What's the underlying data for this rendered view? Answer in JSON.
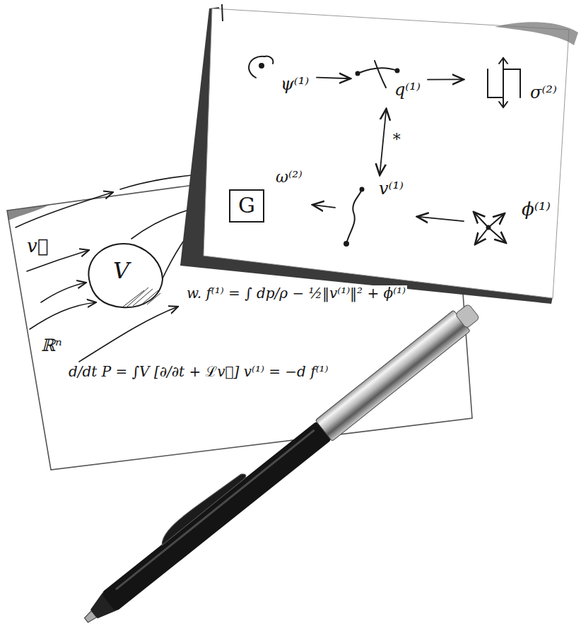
{
  "diagram": {
    "nodes": [
      {
        "text": [
          "ψ⁽¹⁾"
        ]
      },
      {
        "text": [
          "q⁽¹⁾"
        ]
      },
      {
        "text": [
          "σ⁽²⁾"
        ]
      },
      {
        "text": [
          "G",
          "ω⁽²⁾"
        ]
      },
      {
        "text": [
          "v⁽¹⁾"
        ]
      },
      {
        "text": [
          "ϕ⁽¹⁾"
        ]
      },
      {
        "text": [
          "V"
        ]
      }
    ],
    "edges": [
      {
        "from": 0,
        "to": 1,
        "arrow": "to"
      },
      {
        "from": 1,
        "to": 2,
        "arrow": "to"
      },
      {
        "from": 1,
        "to": 4,
        "label": "*",
        "arrow": "both"
      },
      {
        "from": 4,
        "to": 3,
        "arrow": "to"
      },
      {
        "from": 5,
        "to": 4,
        "arrow": "to"
      }
    ],
    "labels": [
      "v⃗",
      "ℝⁿ",
      "w. f⁽¹⁾ = ∫ dp/ρ − ½‖v⁽¹⁾‖² + ϕ⁽¹⁾",
      "d/dt P = ∫V [∂/∂t + ℒv⃗] v⁽¹⁾ = −d f⁽¹⁾"
    ]
  }
}
